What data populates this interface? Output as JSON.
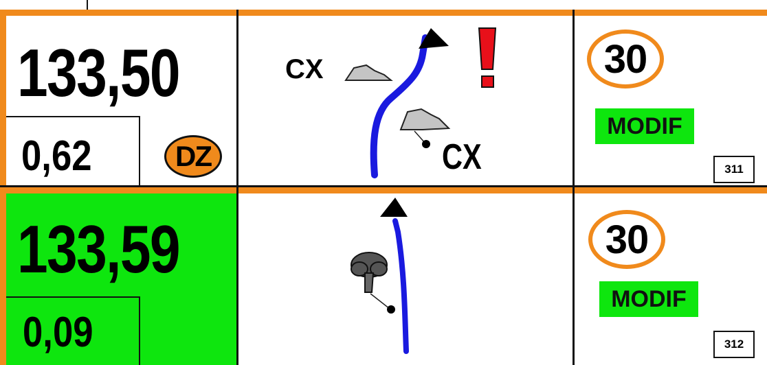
{
  "rows": [
    {
      "km": "133,50",
      "distance": "0,62",
      "badge": "DZ",
      "labels": [
        "CX",
        "CX"
      ],
      "speed": "30",
      "modif": "MODIF",
      "ref": "311"
    },
    {
      "km": "133,59",
      "distance": "0,09",
      "speed": "30",
      "modif": "MODIF",
      "ref": "312"
    }
  ],
  "colors": {
    "frame_orange": "#f08a1c",
    "highlight_green": "#0ee60e",
    "route_blue": "#1a1adf",
    "warning_red": "#e8101a",
    "rock_gray": "#c4c4c4"
  },
  "icons": [
    "route-arrow-icon",
    "rock-icon",
    "warning-exclamation-icon",
    "tree-icon",
    "marker-dot-icon"
  ]
}
